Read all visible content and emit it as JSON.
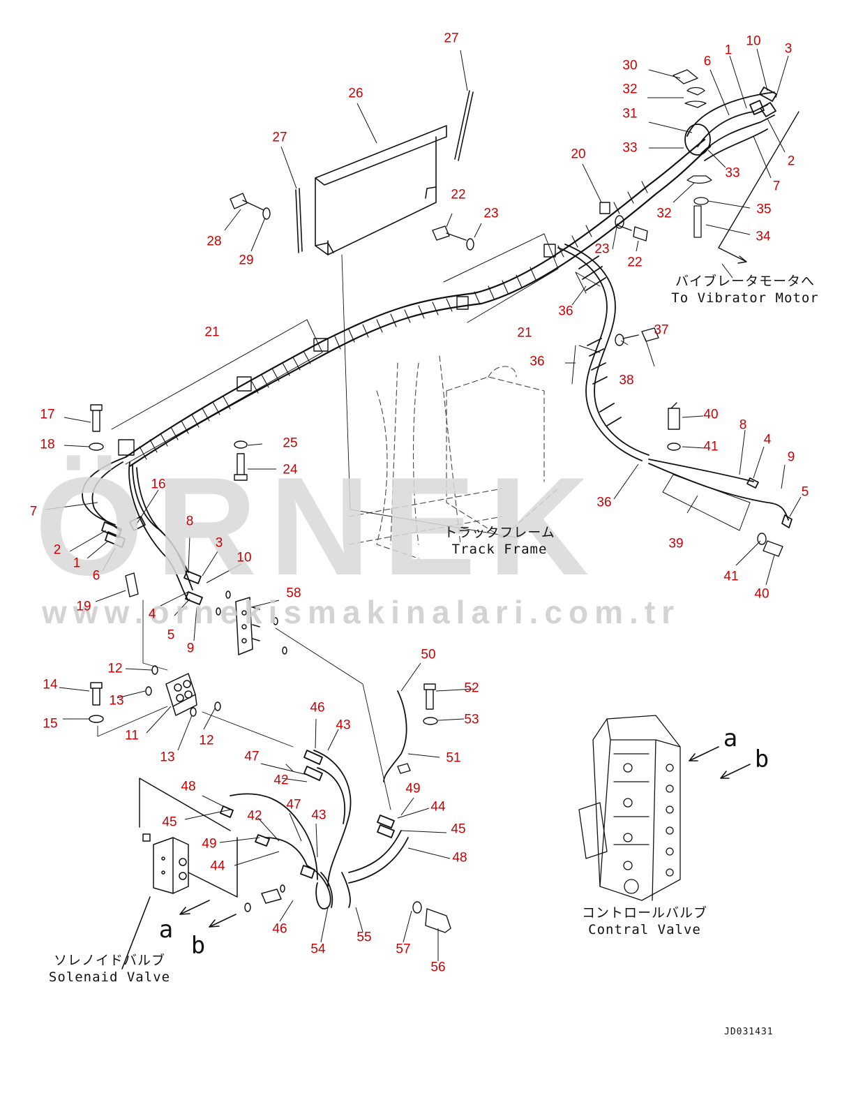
{
  "watermark": {
    "brand": "ÖRNEK",
    "url": "www.ornekismakinalari.com.tr"
  },
  "drawing_code": "JD031431",
  "captions": {
    "vibrator_jp": "バイブレータモータへ",
    "vibrator_en": "To Vibrator Motor",
    "track_jp": "トラックフレーム",
    "track_en": "Track Frame",
    "control_jp": "コントロールバルブ",
    "control_en": "Contral Valve",
    "solenoid_jp": "ソレノイドバルブ",
    "solenoid_en": "Solenaid Valve"
  },
  "port_letters": {
    "a": "a",
    "b": "b"
  },
  "part_labels": [
    "27",
    "26",
    "27",
    "28",
    "29",
    "22",
    "23",
    "23",
    "22",
    "20",
    "30",
    "32",
    "31",
    "33",
    "33",
    "32",
    "6",
    "1",
    "10",
    "3",
    "2",
    "7",
    "35",
    "34",
    "21",
    "21",
    "36",
    "37",
    "38",
    "36",
    "17",
    "18",
    "25",
    "24",
    "40",
    "41",
    "8",
    "4",
    "9",
    "5",
    "36",
    "39",
    "41",
    "40",
    "7",
    "2",
    "1",
    "6",
    "16",
    "8",
    "3",
    "10",
    "4",
    "5",
    "9",
    "19",
    "58",
    "50",
    "52",
    "53",
    "51",
    "12",
    "14",
    "13",
    "15",
    "11",
    "13",
    "12",
    "46",
    "43",
    "47",
    "42",
    "49",
    "44",
    "45",
    "48",
    "48",
    "45",
    "49",
    "44",
    "42",
    "47",
    "43",
    "46",
    "54",
    "55",
    "57",
    "56"
  ]
}
